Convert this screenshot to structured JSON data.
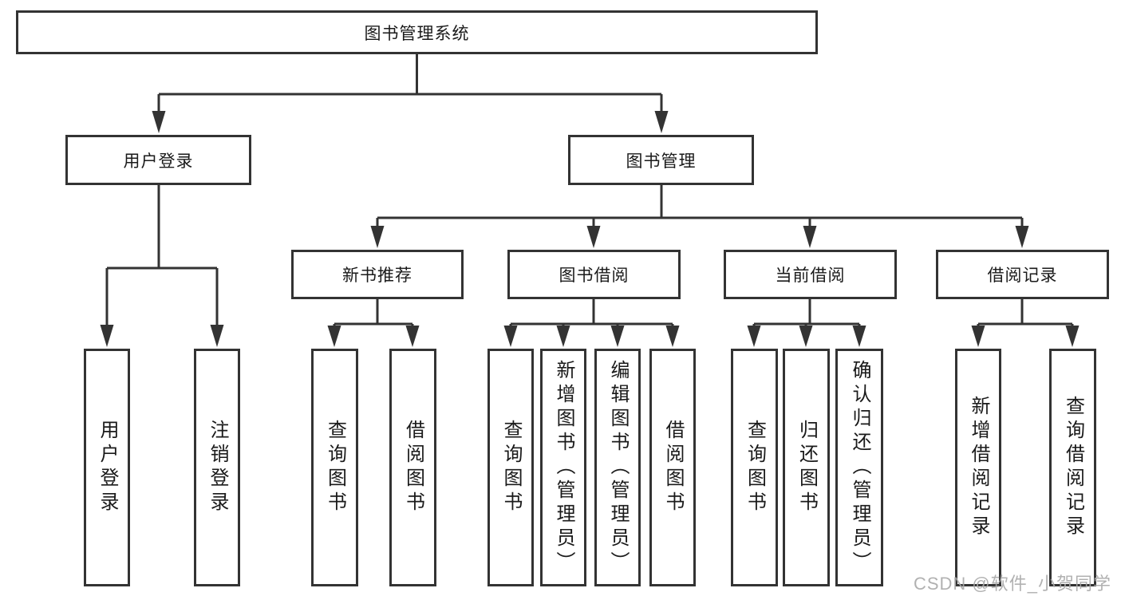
{
  "diagram": {
    "root": {
      "label": "图书管理系统"
    },
    "branches": {
      "user_login": {
        "label": "用户登录",
        "children": {
          "login": "用户登录",
          "logout": "注销登录"
        }
      },
      "book_mgmt": {
        "label": "图书管理",
        "sections": {
          "new_book": {
            "label": "新书推荐",
            "children": {
              "query": "查询图书",
              "borrow": "借阅图书"
            }
          },
          "borrowing": {
            "label": "图书借阅",
            "children": {
              "query": "查询图书",
              "add": "新增图书（管理员）",
              "edit": "编辑图书（管理员）",
              "borrow": "借阅图书"
            }
          },
          "current": {
            "label": "当前借阅",
            "children": {
              "query": "查询图书",
              "return": "归还图书",
              "confirm": "确认归还（管理员）"
            }
          },
          "records": {
            "label": "借阅记录",
            "children": {
              "add": "新增借阅记录",
              "query": "查询借阅记录"
            }
          }
        }
      }
    }
  },
  "watermark": {
    "text": "CSDN @软件_小贺同学"
  },
  "colors": {
    "line": "#333333",
    "box_border": "#333333",
    "box_fill": "#ffffff",
    "text": "#1a1a1a",
    "watermark": "#a8a8a8",
    "background": "#ffffff"
  }
}
